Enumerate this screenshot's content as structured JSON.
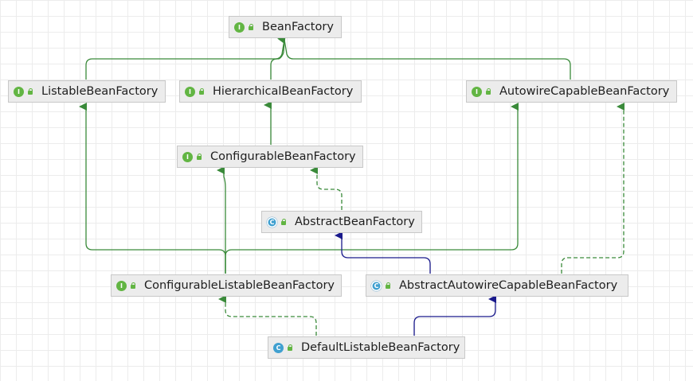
{
  "diagram": {
    "nodes": [
      {
        "id": "bean-factory",
        "label": "BeanFactory",
        "kind": "interface",
        "badge": "I"
      },
      {
        "id": "listable-bean-factory",
        "label": "ListableBeanFactory",
        "kind": "interface",
        "badge": "I"
      },
      {
        "id": "hierarchical-bean-factory",
        "label": "HierarchicalBeanFactory",
        "kind": "interface",
        "badge": "I"
      },
      {
        "id": "autowire-capable-bean-factory",
        "label": "AutowireCapableBeanFactory",
        "kind": "interface",
        "badge": "I"
      },
      {
        "id": "configurable-bean-factory",
        "label": "ConfigurableBeanFactory",
        "kind": "interface",
        "badge": "I"
      },
      {
        "id": "abstract-bean-factory",
        "label": "AbstractBeanFactory",
        "kind": "abstract-class",
        "badge": "C"
      },
      {
        "id": "configurable-listable-bean-factory",
        "label": "ConfigurableListableBeanFactory",
        "kind": "interface",
        "badge": "I"
      },
      {
        "id": "abstract-autowire-capable-bean-factory",
        "label": "AbstractAutowireCapableBeanFactory",
        "kind": "abstract-class",
        "badge": "C"
      },
      {
        "id": "default-listable-bean-factory",
        "label": "DefaultListableBeanFactory",
        "kind": "class",
        "badge": "C"
      }
    ],
    "edges": [
      {
        "from": "listable-bean-factory",
        "to": "bean-factory",
        "type": "extends-interface"
      },
      {
        "from": "hierarchical-bean-factory",
        "to": "bean-factory",
        "type": "extends-interface"
      },
      {
        "from": "autowire-capable-bean-factory",
        "to": "bean-factory",
        "type": "extends-interface"
      },
      {
        "from": "configurable-bean-factory",
        "to": "hierarchical-bean-factory",
        "type": "extends-interface"
      },
      {
        "from": "abstract-bean-factory",
        "to": "configurable-bean-factory",
        "type": "implements"
      },
      {
        "from": "configurable-listable-bean-factory",
        "to": "listable-bean-factory",
        "type": "extends-interface"
      },
      {
        "from": "configurable-listable-bean-factory",
        "to": "configurable-bean-factory",
        "type": "extends-interface"
      },
      {
        "from": "configurable-listable-bean-factory",
        "to": "autowire-capable-bean-factory",
        "type": "extends-interface"
      },
      {
        "from": "abstract-autowire-capable-bean-factory",
        "to": "abstract-bean-factory",
        "type": "extends-class"
      },
      {
        "from": "abstract-autowire-capable-bean-factory",
        "to": "autowire-capable-bean-factory",
        "type": "implements"
      },
      {
        "from": "default-listable-bean-factory",
        "to": "configurable-listable-bean-factory",
        "type": "implements"
      },
      {
        "from": "default-listable-bean-factory",
        "to": "abstract-autowire-capable-bean-factory",
        "type": "extends-class"
      }
    ],
    "colors": {
      "interface_edge": "#3a8a3a",
      "class_edge": "#1a1a8c",
      "interface_badge": "#62b543",
      "class_badge": "#40a0d0"
    }
  }
}
